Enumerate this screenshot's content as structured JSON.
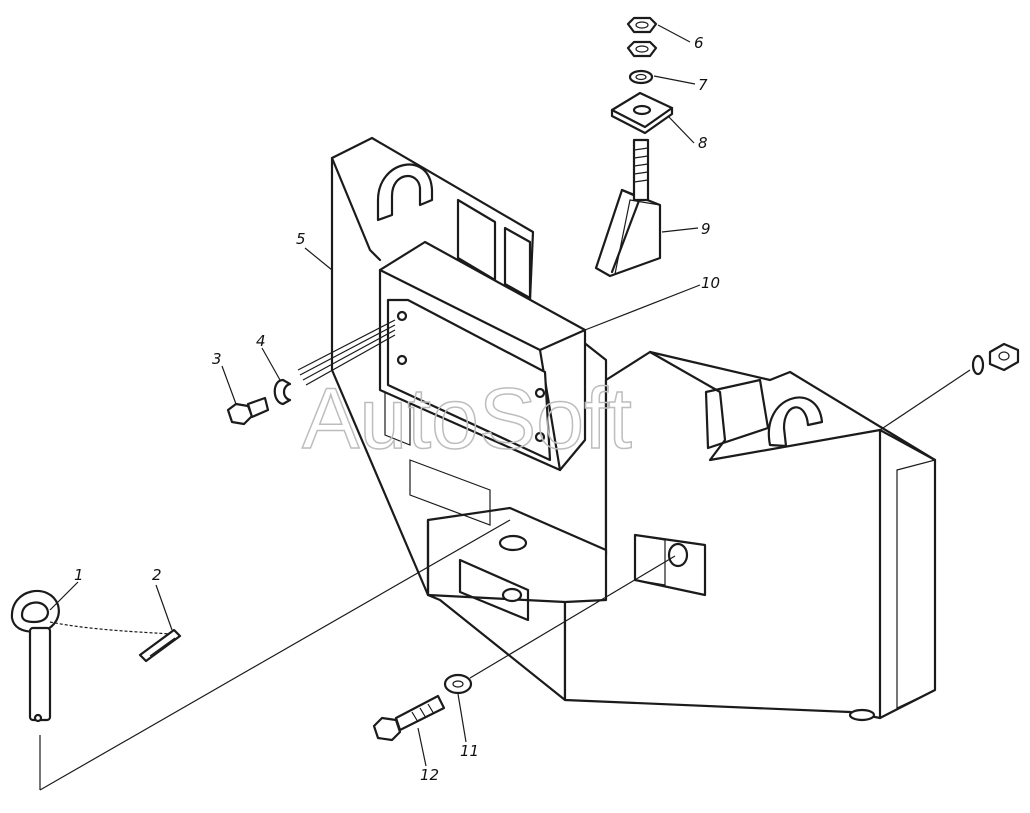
{
  "watermark": "AutoSoft",
  "callouts": [
    "1",
    "2",
    "3",
    "4",
    "5",
    "6",
    "7",
    "8",
    "9",
    "10",
    "11",
    "12"
  ]
}
